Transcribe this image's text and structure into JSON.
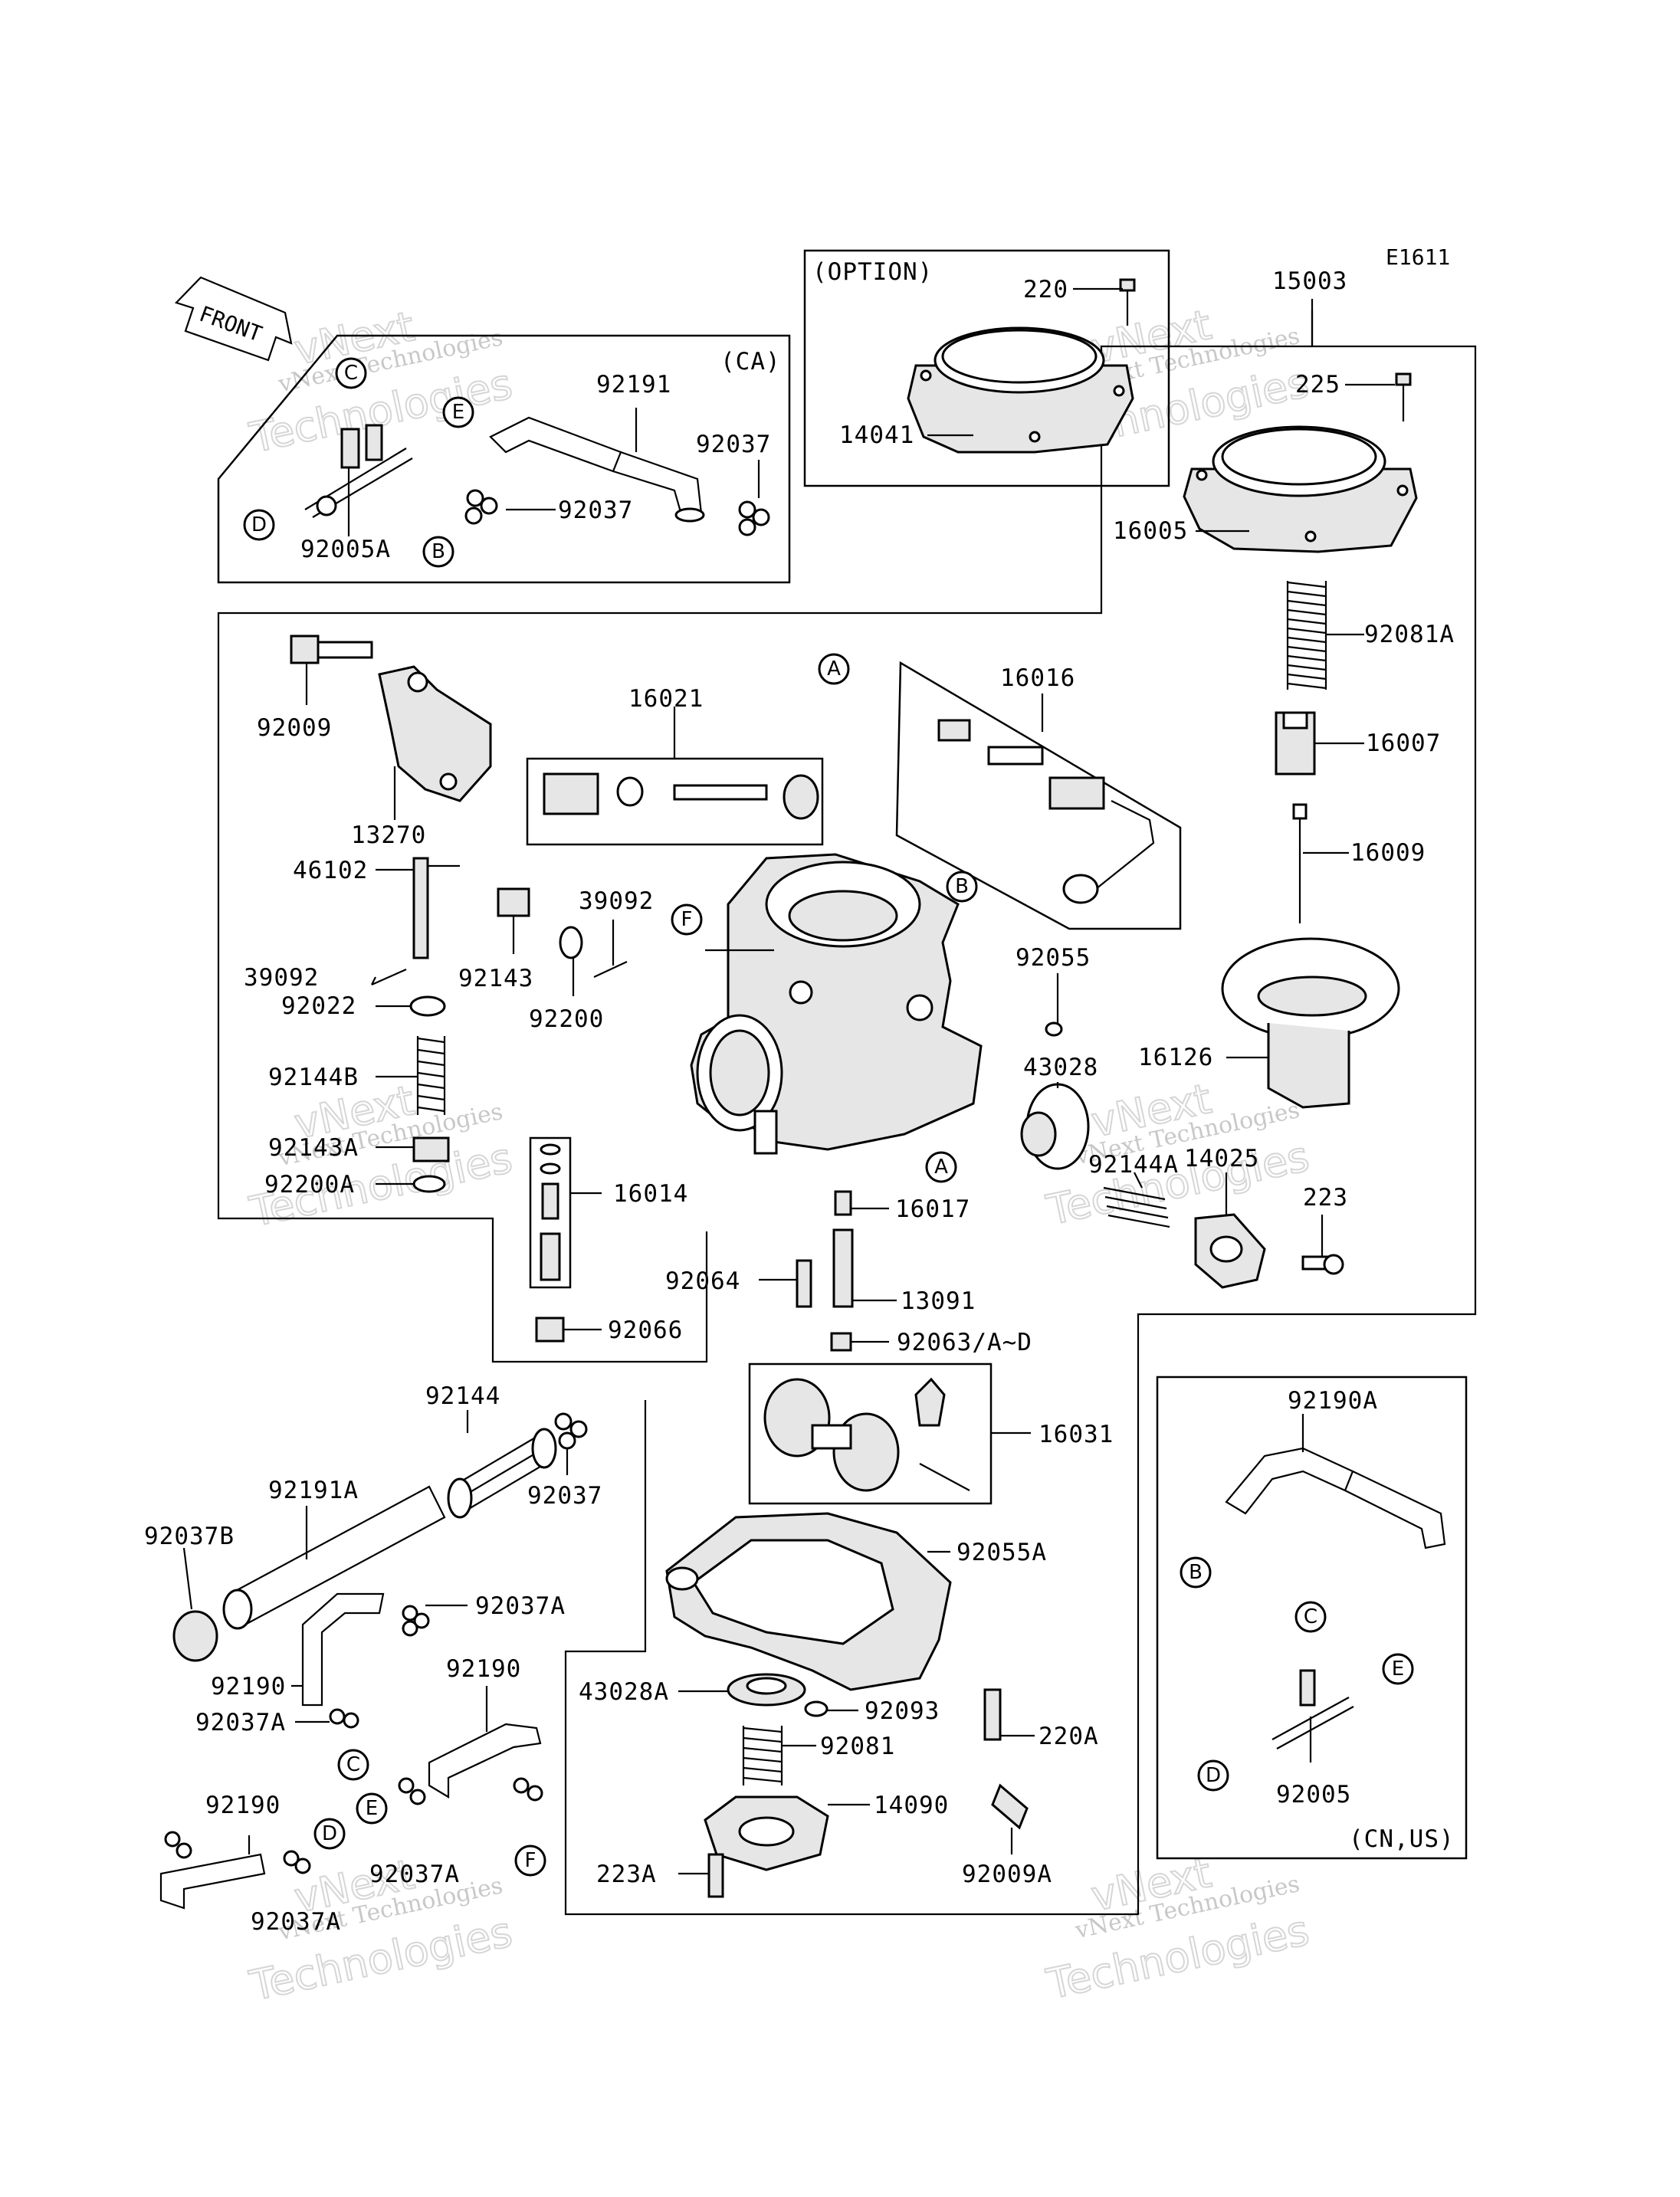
{
  "diagram": {
    "code": "E1611",
    "front_label": "FRONT",
    "boxes": {
      "option": "(OPTION)",
      "ca": "(CA)",
      "cn_us": "(CN,US)"
    },
    "parts": {
      "p220": "220",
      "p15003": "15003",
      "p225": "225",
      "p14041": "14041",
      "p16005": "16005",
      "p92081A": "92081A",
      "p16007": "16007",
      "p16009": "16009",
      "p16126": "16126",
      "p92191": "92191",
      "p92037_a": "92037",
      "p92037_b": "92037",
      "p92005A": "92005A",
      "p16021": "16021",
      "p16016": "16016",
      "p92009": "92009",
      "p13270": "13270",
      "p46102": "46102",
      "p39092_a": "39092",
      "p39092_b": "39092",
      "p92143": "92143",
      "p92022": "92022",
      "p92200": "92200",
      "p92055": "92055",
      "p43028": "43028",
      "p92144A": "92144A",
      "p14025": "14025",
      "p223": "223",
      "p92144B": "92144B",
      "p92143A": "92143A",
      "p92200A": "92200A",
      "p16014": "16014",
      "p16017": "16017",
      "p92064": "92064",
      "p13091": "13091",
      "p92063": "92063/A~D",
      "p92066": "92066",
      "p92144": "92144",
      "p92037_c": "92037",
      "p16031": "16031",
      "p92191A": "92191A",
      "p92037B": "92037B",
      "p92037A_a": "92037A",
      "p92055A": "92055A",
      "p92190_a": "92190",
      "p92190_b": "92190",
      "p92037A_b": "92037A",
      "p43028A": "43028A",
      "p92093": "92093",
      "p220A": "220A",
      "p92081": "92081",
      "p92190_c": "92190",
      "p14090": "14090",
      "p92037A_c": "92037A",
      "p223A": "223A",
      "p92009A": "92009A",
      "p92037A_d": "92037A",
      "p92190A": "92190A",
      "p92005": "92005"
    },
    "refs": {
      "A": "A",
      "B": "B",
      "C": "C",
      "D": "D",
      "E": "E",
      "F": "F"
    },
    "watermark": {
      "line1": "vNext",
      "line2": "Technologies",
      "small": "vNext Technologies"
    }
  }
}
